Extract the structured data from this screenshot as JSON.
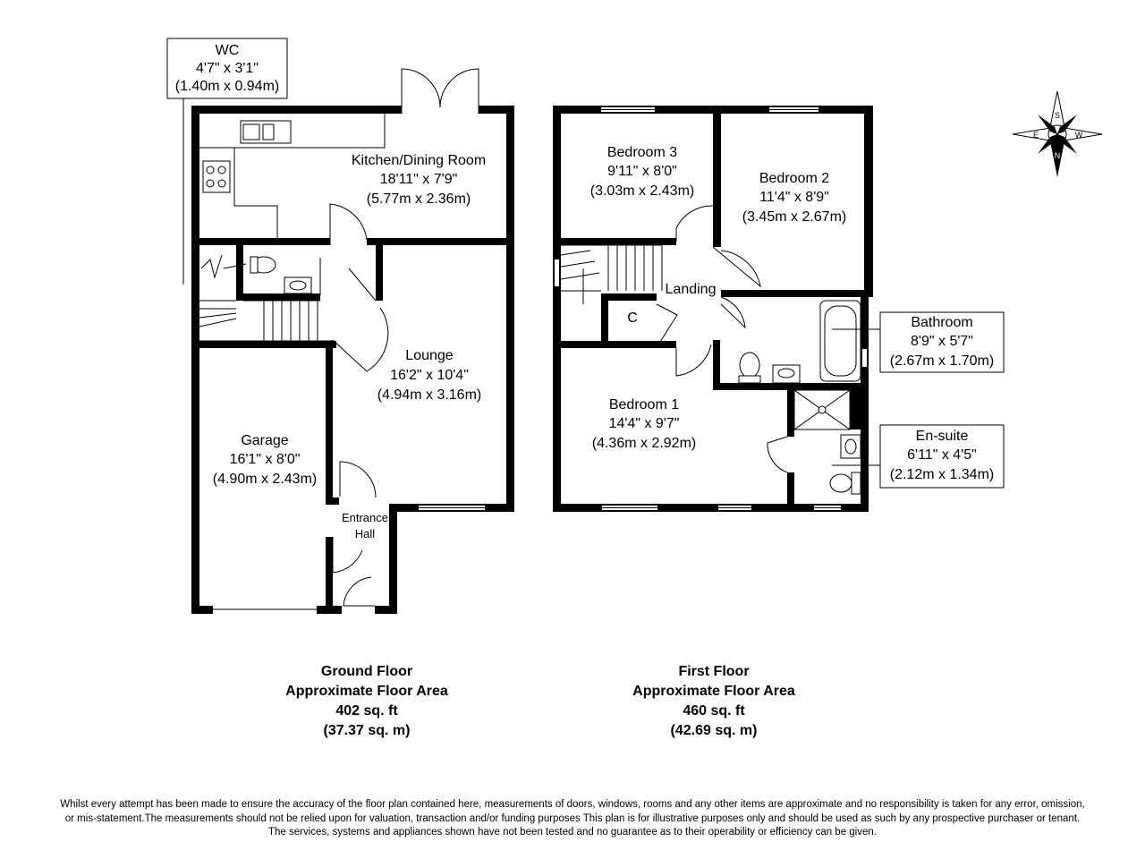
{
  "rooms": {
    "wc": {
      "name": "WC",
      "imperial": "4'7\" x 3'1\"",
      "metric": "(1.40m x 0.94m)"
    },
    "kitchen": {
      "name": "Kitchen/Dining Room",
      "imperial": "18'11\" x 7'9\"",
      "metric": "(5.77m x 2.36m)"
    },
    "lounge": {
      "name": "Lounge",
      "imperial": "16'2\" x 10'4\"",
      "metric": "(4.94m x 3.16m)"
    },
    "garage": {
      "name": "Garage",
      "imperial": "16'1\" x 8'0\"",
      "metric": "(4.90m x 2.43m)"
    },
    "entrance": {
      "line1": "Entrance",
      "line2": "Hall"
    },
    "bedroom3": {
      "name": "Bedroom 3",
      "imperial": "9'11\" x 8'0\"",
      "metric": "(3.03m x 2.43m)"
    },
    "bedroom2": {
      "name": "Bedroom 2",
      "imperial": "11'4\" x 8'9\"",
      "metric": "(3.45m x 2.67m)"
    },
    "landing": {
      "name": "Landing"
    },
    "cupboard": {
      "name": "C"
    },
    "bathroom": {
      "name": "Bathroom",
      "imperial": "8'9\" x 5'7\"",
      "metric": "(2.67m x 1.70m)"
    },
    "bedroom1": {
      "name": "Bedroom 1",
      "imperial": "14'4\" x 9'7\"",
      "metric": "(4.36m x 2.92m)"
    },
    "ensuite": {
      "name": "En-suite",
      "imperial": "6'11\" x 4'5\"",
      "metric": "(2.12m x 1.34m)"
    }
  },
  "compass": {
    "n": "N",
    "s": "S",
    "e": "E",
    "w": "W"
  },
  "floors": {
    "ground": {
      "title": "Ground Floor",
      "subtitle": "Approximate Floor Area",
      "sqft": "402 sq. ft",
      "sqm": "(37.37 sq. m)"
    },
    "first": {
      "title": "First Floor",
      "subtitle": "Approximate Floor Area",
      "sqft": "460 sq. ft",
      "sqm": "(42.69 sq. m)"
    }
  },
  "disclaimer": {
    "line1": "Whilst every attempt has been made to ensure the accuracy of the floor plan contained here, measurements of doors, windows, rooms and any other items are approximate and no responsibility is taken for any error, omission,",
    "line2": "or mis-statement.The measurements should not be relied upon for valuation, transaction and/or funding purposes This plan is for illustrative purposes only and should be used as such by any prospective purchaser or tenant.",
    "line3": "The services, systems and appliances shown have not been tested and no guarantee as to their operability or efficiency can be given."
  }
}
